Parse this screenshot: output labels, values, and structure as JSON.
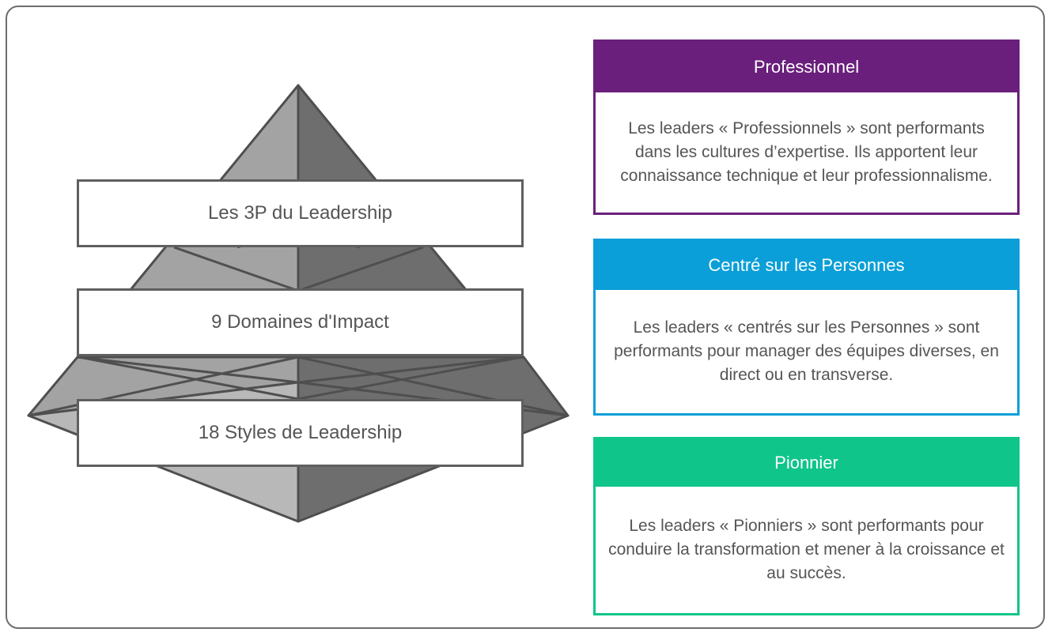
{
  "pyramid": {
    "tiers": [
      {
        "label": "Les 3P du Leadership"
      },
      {
        "label": "9 Domaines d'Impact"
      },
      {
        "label": "18 Styles de Leadership"
      }
    ],
    "colors": {
      "light": "#a3a3a3",
      "dark": "#6e6e6e",
      "lighter": "#b8b8b8",
      "outline": "#4f4f4f"
    }
  },
  "cards": [
    {
      "title": "Professionnel",
      "text": "Les leaders « Professionnels » sont performants dans les cultures d’expertise. Ils apportent leur connaissance technique et leur professionnalisme.",
      "color": "#6b1f7c"
    },
    {
      "title": "Centré sur les Personnes",
      "text": "Les leaders « centrés sur les Personnes » sont performants pour manager des équipes diverses, en direct ou en transverse.",
      "color": "#0a9fd8"
    },
    {
      "title": "Pionnier",
      "text": "Les leaders « Pionniers » sont performants pour conduire la transformation et mener à la croissance et au succès.",
      "color": "#0fc58a"
    }
  ]
}
